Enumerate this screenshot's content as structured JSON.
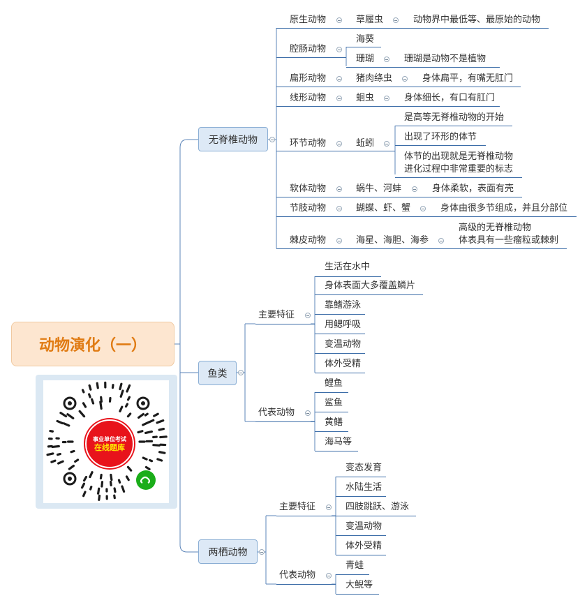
{
  "root": "动物演化（一）",
  "qr": {
    "line1": "事业单位考试",
    "line2": "在线题库"
  },
  "invertebrate": {
    "title": "无脊椎动物",
    "groups": [
      {
        "name": "原生动物",
        "sub": "草履虫",
        "notes": [
          "动物界中最低等、最原始的动物"
        ]
      },
      {
        "name": "腔肠动物",
        "subs": [
          {
            "name": "海葵"
          },
          {
            "name": "珊瑚",
            "note": "珊瑚是动物不是植物"
          }
        ]
      },
      {
        "name": "扁形动物",
        "sub": "猪肉绦虫",
        "notes": [
          "身体扁平，有嘴无肛门"
        ]
      },
      {
        "name": "线形动物",
        "sub": "蛔虫",
        "notes": [
          "身体细长，有口有肛门"
        ]
      },
      {
        "name": "环节动物",
        "sub": "蚯蚓",
        "notes": [
          "是高等无脊椎动物的开始",
          "出现了环形的体节",
          "体节的出现就是无脊椎动物",
          "进化过程中非常重要的标志"
        ]
      },
      {
        "name": "软体动物",
        "sub": "蜗牛、河蚌",
        "notes": [
          "身体柔软，表面有壳"
        ]
      },
      {
        "name": "节肢动物",
        "sub": "蝴蝶、虾、蟹",
        "notes": [
          "身体由很多节组成，并且分部位"
        ]
      },
      {
        "name": "棘皮动物",
        "sub": "海星、海胆、海参",
        "notes": [
          "高级的无脊椎动物",
          "体表具有一些瘤粒或棘刺"
        ]
      }
    ]
  },
  "fish": {
    "title": "鱼类",
    "features_label": "主要特征",
    "features": [
      "生活在水中",
      "身体表面大多覆盖鳞片",
      "靠鳍游泳",
      "用鳃呼吸",
      "变温动物",
      "体外受精"
    ],
    "examples_label": "代表动物",
    "examples": [
      "鲤鱼",
      "鲨鱼",
      "黄鳝",
      "海马等"
    ]
  },
  "amphibian": {
    "title": "两栖动物",
    "features_label": "主要特征",
    "features": [
      "变态发育",
      "水陆生活",
      "四肢跳跃、游泳",
      "变温动物",
      "体外受精"
    ],
    "examples_label": "代表动物",
    "examples": [
      "青蛙",
      "大鲵等"
    ]
  },
  "colors": {
    "line": "#3c6da8",
    "root_text": "#e07b13",
    "root_fill": "#fde6d0",
    "branch_fill": "#dde9f6",
    "qr_red": "#e8131b",
    "qr_green": "#1aad19"
  }
}
